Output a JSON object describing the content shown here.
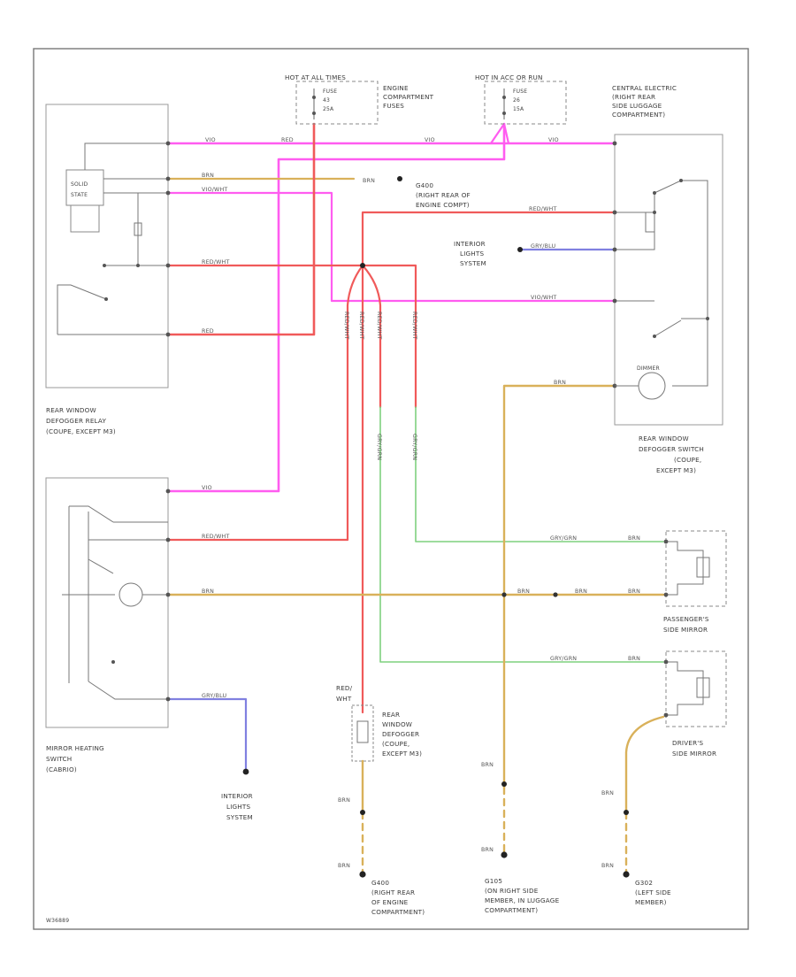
{
  "labels": {
    "fuse_left_header": "HOT AT ALL TIMES",
    "fuse_left_line1": "FUSE",
    "fuse_left_line2": "43",
    "fuse_left_line3": "25A",
    "fuse_left_desc1": "ENGINE",
    "fuse_left_desc2": "COMPARTMENT",
    "fuse_left_desc3": "FUSES",
    "fuse_right_header": "HOT IN ACC OR RUN",
    "fuse_right_line1": "FUSE",
    "fuse_right_line2": "26",
    "fuse_right_line3": "15A",
    "fuse_right_desc1": "CENTRAL ELECTRIC",
    "fuse_right_desc2": "(RIGHT REAR",
    "fuse_right_desc3": "SIDE LUGGAGE",
    "fuse_right_desc4": "COMPARTMENT)",
    "solid_state_1": "SOLID",
    "solid_state_2": "STATE",
    "relay_desc1": "REAR WINDOW",
    "relay_desc2": "DEFOGGER RELAY",
    "relay_desc3": "(COUPE, EXCEPT M3)",
    "switch_desc1": "REAR WINDOW",
    "switch_desc2": "DEFOGGER SWITCH",
    "switch_desc3": "(COUPE,",
    "switch_desc4": "EXCEPT M3)",
    "switch_dimmer": "DIMMER",
    "g_top_1": "G400",
    "g_top_2": "(RIGHT REAR OF",
    "g_top_3": "ENGINE COMPT)",
    "interior_top_1": "INTERIOR",
    "interior_top_2": "LIGHTS",
    "interior_top_3": "SYSTEM",
    "mirror_switch_1": "MIRROR HEATING",
    "mirror_switch_2": "SWITCH",
    "mirror_switch_3": "(CABRIO)",
    "interior_bot_1": "INTERIOR",
    "interior_bot_2": "LIGHTS",
    "interior_bot_3": "SYSTEM",
    "red_wht": "RED/",
    "red_wht2": "WHT",
    "defogger_1": "REAR",
    "defogger_2": "WINDOW",
    "defogger_3": "DEFOGGER",
    "defogger_4": "(COUPE,",
    "defogger_5": "EXCEPT M3)",
    "pass_mirror_1": "PASSENGER'S",
    "pass_mirror_2": "SIDE MIRROR",
    "drv_mirror_1": "DRIVER'S",
    "drv_mirror_2": "SIDE MIRROR",
    "g400_1": "G400",
    "g400_2": "(RIGHT REAR",
    "g400_3": "OF ENGINE",
    "g400_4": "COMPARTMENT)",
    "g105_1": "G105",
    "g105_2": "(ON RIGHT SIDE",
    "g105_3": "MEMBER, IN LUGGAGE",
    "g105_4": "COMPARTMENT)",
    "g302_1": "G302",
    "g302_2": "(LEFT SIDE",
    "g302_3": "MEMBER)",
    "footer_code": "W36889"
  },
  "wire_labels": {
    "vio": "VIO",
    "red": "RED",
    "brn": "BRN",
    "vio_wht": "VIO/WHT",
    "red_wht": "RED/WHT",
    "gry_blu": "GRY/BLU",
    "gry_grn": "GRY/GRN",
    "red_wht_v": "RED/WHT"
  },
  "colors": {
    "violet": "#ff5cf0",
    "red": "#f05a5a",
    "brown": "#d9b15a",
    "gray_blue": "#8080e0",
    "green": "#7fd07f",
    "line": "#6b6b6b"
  }
}
